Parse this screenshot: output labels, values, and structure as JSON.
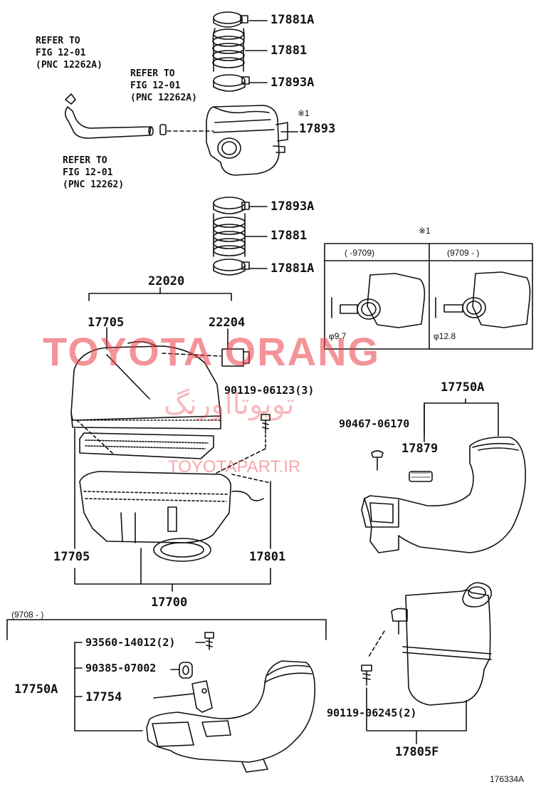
{
  "labels": {
    "p17881A_top": "17881A",
    "p17881_top": "17881",
    "p17893A_top": "17893A",
    "note_mark": "※1",
    "p17893": "17893",
    "p17893A_bot": "17893A",
    "p17881_bot": "17881",
    "p17881A_bot": "17881A",
    "p22020": "22020",
    "p17705_top": "17705",
    "p22204": "22204",
    "p90119_06123": "90119-06123(3)",
    "p17750A_right": "17750A",
    "p90467_06170": "90467-06170",
    "p17879": "17879",
    "p17705_bot": "17705",
    "p17801": "17801",
    "p17700": "17700",
    "p93560_14012": "93560-14012(2)",
    "p90385_07002": "90385-07002",
    "p17750A_left": "17750A",
    "p17754": "17754",
    "p90119_06245": "90119-06245(2)",
    "p17805F": "17805F",
    "figure_code": "176334A"
  },
  "refs": {
    "ref1": [
      "REFER TO",
      "FIG 12-01",
      "(PNC 12262A)"
    ],
    "ref2": [
      "REFER TO",
      "FIG 12-01",
      "(PNC 12262A)"
    ],
    "ref3": [
      "REFER TO",
      "FIG 12-01",
      "(PNC 12262)"
    ]
  },
  "inset": {
    "note_mark": "※1",
    "left_range": "(     -9709)",
    "right_range": "(9709 -     )",
    "left_dia": "φ9.7",
    "right_dia": "φ12.8"
  },
  "lower_range": "(9708 -     )",
  "watermarks": {
    "brand": "TOYOTA ORANG",
    "persian": "تویوتااورنگ",
    "site": "TOYOTAPART.IR"
  },
  "colors": {
    "line": "#111111",
    "watermark": "#eb3c46"
  }
}
